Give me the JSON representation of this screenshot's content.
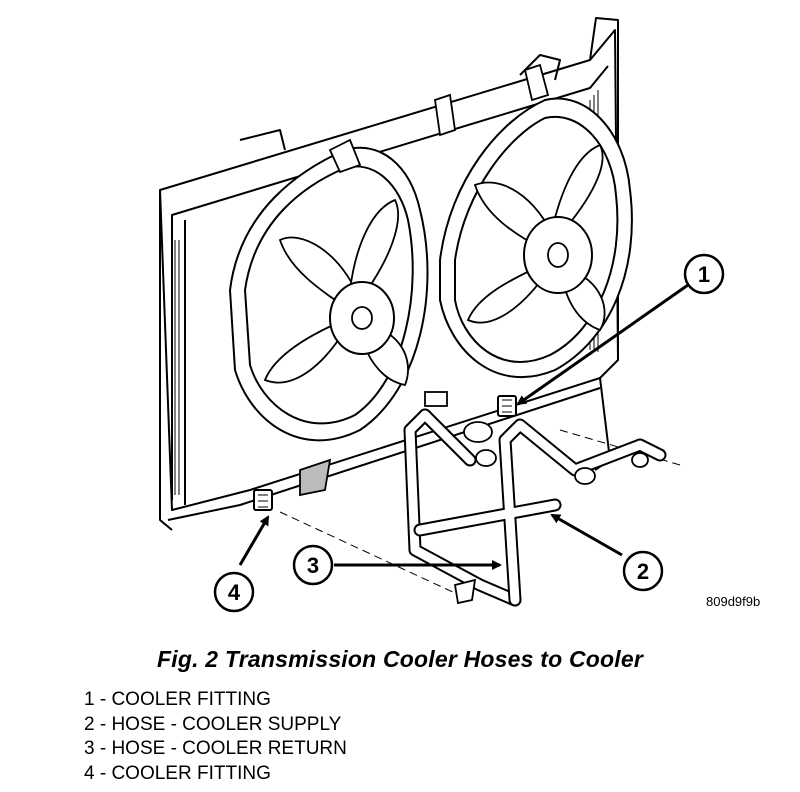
{
  "callouts": [
    {
      "number": "1",
      "label": "COOLER FITTING"
    },
    {
      "number": "2",
      "label": "HOSE - COOLER SUPPLY"
    },
    {
      "number": "3",
      "label": "HOSE - COOLER RETURN"
    },
    {
      "number": "4",
      "label": "COOLER FITTING"
    }
  ],
  "figure_code": "809d9f9b",
  "caption": "Fig. 2 Transmission Cooler Hoses to Cooler",
  "legend": [
    "1 - COOLER FITTING",
    "2 - HOSE - COOLER SUPPLY",
    "3 - HOSE - COOLER RETURN",
    "4 - COOLER FITTING"
  ]
}
